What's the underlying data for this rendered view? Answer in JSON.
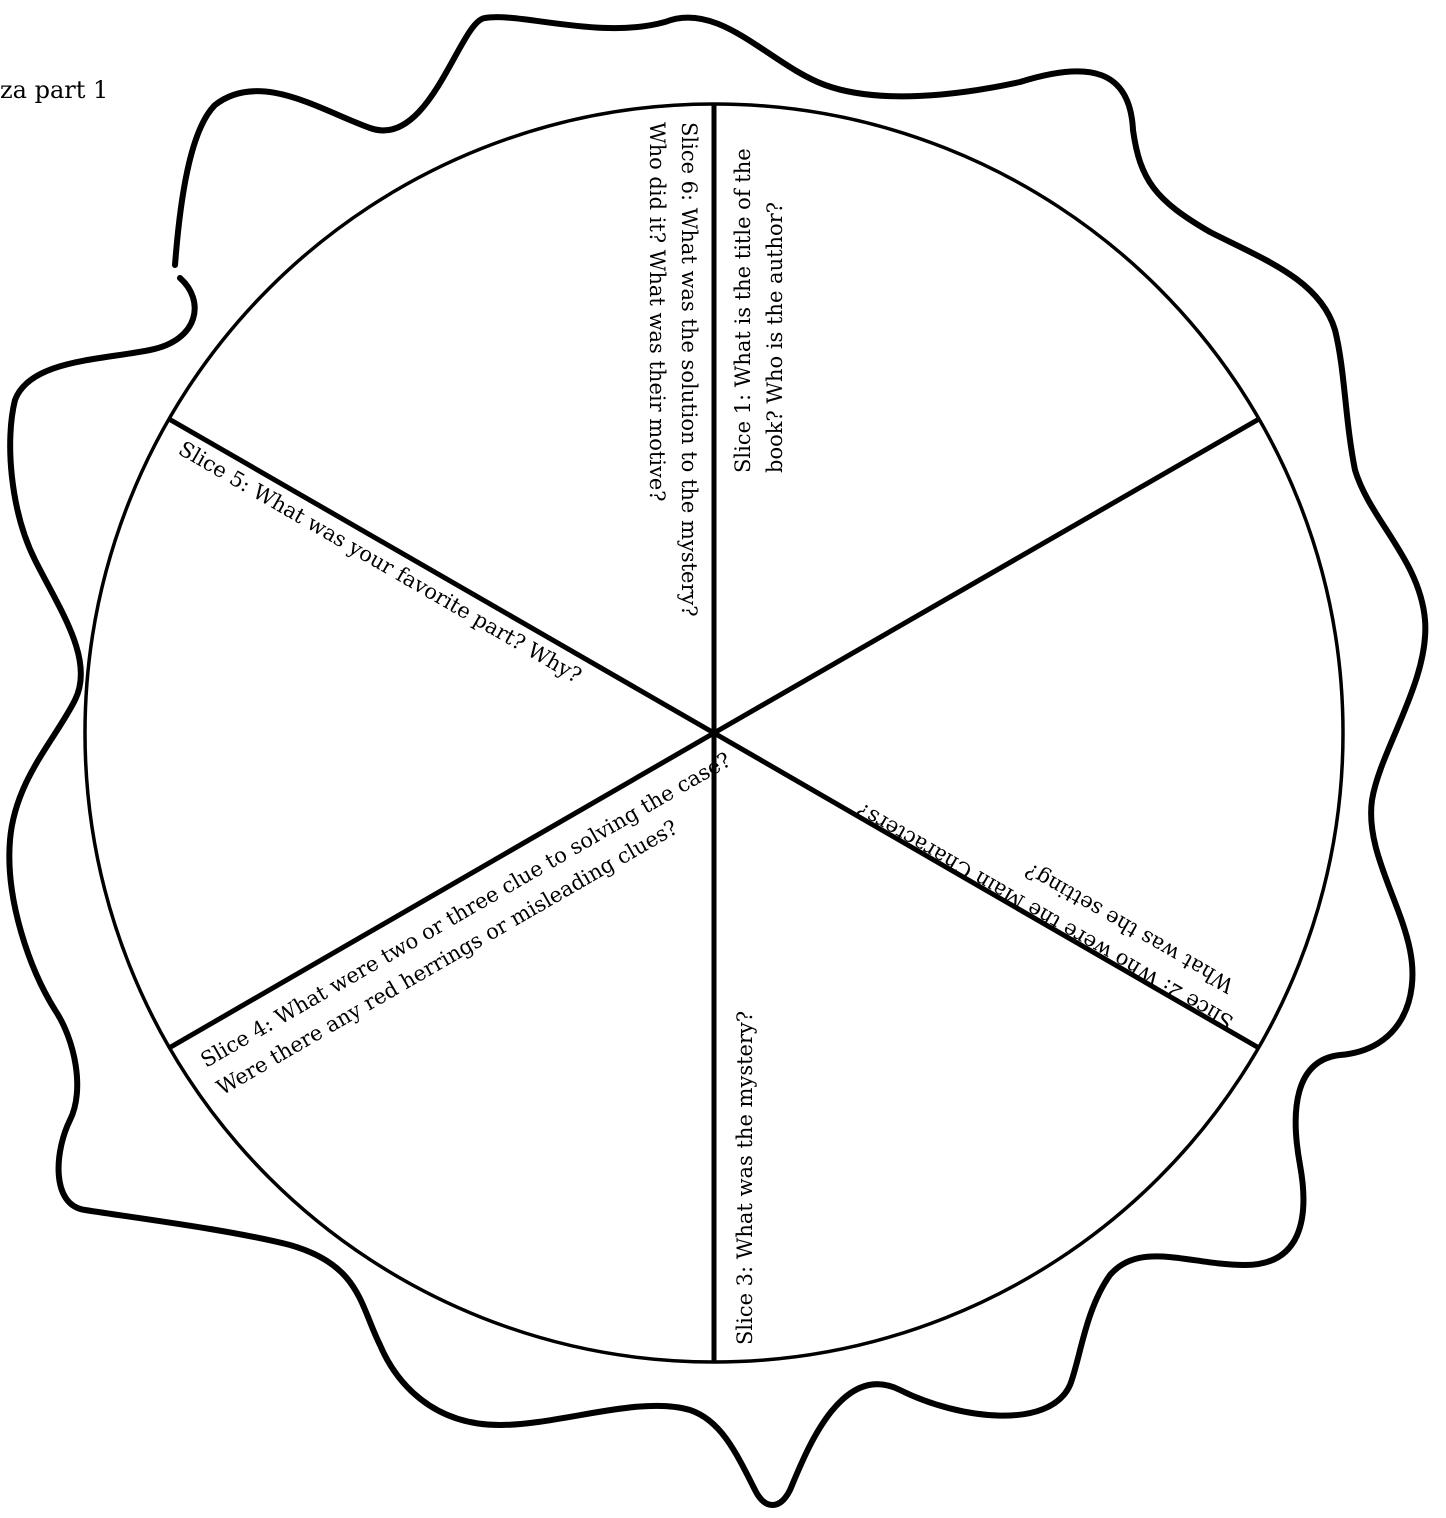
{
  "page": {
    "partial_title": "za part 1"
  },
  "slices": [
    {
      "line1": "Slice 1: What is the title of the",
      "line2": "book? Who is the author?"
    },
    {
      "line1": "Slice 2: Who were the Main Characters?",
      "line2": "What was the setting?"
    },
    {
      "line1": "Slice 3: What was the mystery?",
      "line2": ""
    },
    {
      "line1": "Slice 4: What were two or three clue to solving the case?",
      "line2": "Were there any red herrings or misleading clues?"
    },
    {
      "line1": "Slice 5: What was your favorite part? Why?",
      "line2": ""
    },
    {
      "line1": "Slice 6: What was the solution to the mystery?",
      "line2": "Who did it? What was their motive?"
    }
  ],
  "colors": {
    "stroke": "#000000",
    "background": "#ffffff"
  }
}
